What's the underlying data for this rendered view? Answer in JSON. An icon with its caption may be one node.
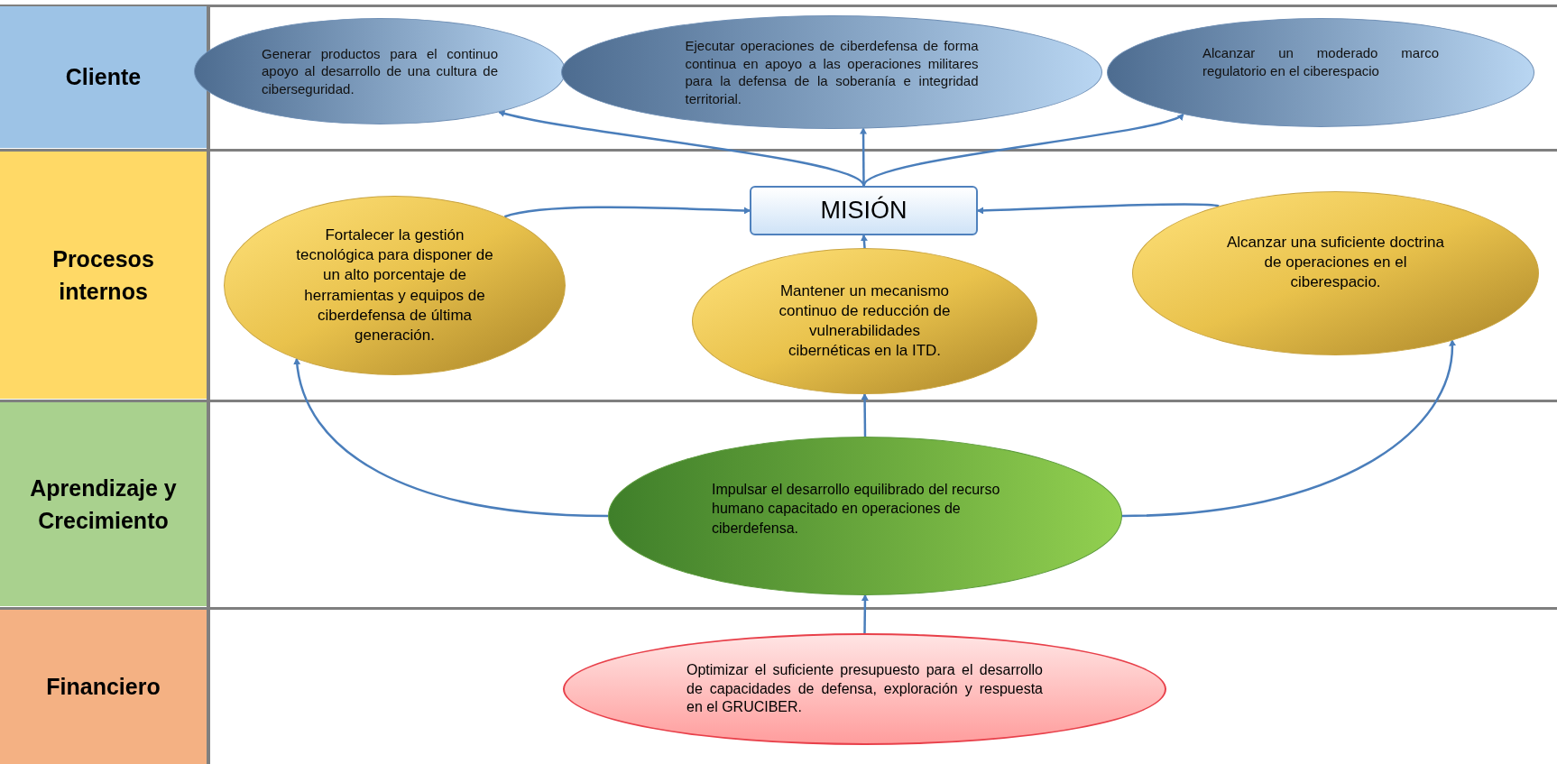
{
  "diagram": {
    "nodes": [
      {
        "text": [
          "Cliente"
        ]
      },
      {
        "text": [
          "Procesos internos"
        ]
      },
      {
        "text": [
          "Aprendizaje y Crecimiento"
        ]
      },
      {
        "text": [
          "Financiero"
        ]
      },
      {
        "text": [
          "Generar productos para el continuo apoyo al desarrollo de una cultura de ciberseguridad."
        ]
      },
      {
        "text": [
          "Ejecutar operaciones de ciberdefensa de forma continua en apoyo a las operaciones militares para la defensa de la soberanía e integridad territorial."
        ]
      },
      {
        "text": [
          "Alcanzar un moderado marco regulatorio en el ciberespacio"
        ]
      },
      {
        "text": [
          "MISIÓN"
        ]
      },
      {
        "text": [
          "Fortalecer la gestión tecnológica para disponer de un alto porcentaje de herramientas y equipos de ciberdefensa de última generación."
        ]
      },
      {
        "text": [
          "Mantener un mecanismo continuo de reducción de vulnerabilidades cibernéticas en la ITD."
        ]
      },
      {
        "text": [
          "Alcanzar una suficiente doctrina de operaciones en el ciberespacio."
        ]
      },
      {
        "text": [
          "Impulsar el desarrollo equilibrado del recurso humano capacitado en operaciones de ciberdefensa."
        ]
      },
      {
        "text": [
          "Optimizar el suficiente presupuesto para el desarrollo de capacidades de defensa, exploración y respuesta en el GRUCIBER."
        ]
      }
    ],
    "edges": [
      {
        "from": 7,
        "to": 4,
        "arrow": "to"
      },
      {
        "from": 7,
        "to": 5,
        "arrow": "to"
      },
      {
        "from": 7,
        "to": 6,
        "arrow": "to"
      },
      {
        "from": 8,
        "to": 7,
        "arrow": "to"
      },
      {
        "from": 10,
        "to": 7,
        "arrow": "to"
      },
      {
        "from": 9,
        "to": 7,
        "arrow": "to"
      },
      {
        "from": 11,
        "to": 8,
        "arrow": "to"
      },
      {
        "from": 11,
        "to": 9,
        "arrow": "to"
      },
      {
        "from": 11,
        "to": 10,
        "arrow": "to"
      },
      {
        "from": 12,
        "to": 11,
        "arrow": "to"
      }
    ]
  }
}
